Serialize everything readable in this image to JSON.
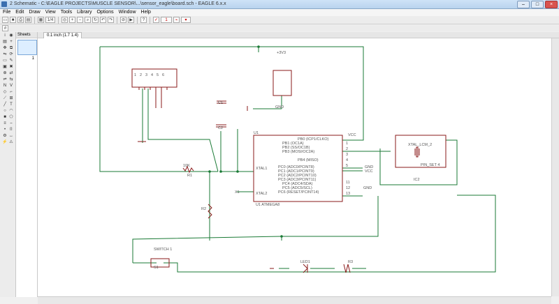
{
  "window": {
    "title": "2 Schematic - C:\\EAGLE PROJECTS\\MUSCLE SENSOR\\...\\sensor_eagle\\board.sch - EAGLE 6.x.x",
    "min": "–",
    "max": "□",
    "close": "×"
  },
  "menu": [
    "File",
    "Edit",
    "Draw",
    "View",
    "Tools",
    "Library",
    "Options",
    "Window",
    "Help"
  ],
  "toolbar": {
    "zoom": "1/4",
    "grid": "1"
  },
  "sheets": {
    "header": "Sheets",
    "page_number": "1"
  },
  "tab": {
    "label": "0.1 inch (1.7 1.4)"
  },
  "schematic": {
    "top_label": "+3V3",
    "u1_name": "U1",
    "u1_value": "U1     ATMEGA8",
    "u1_left_pins": [
      "XTAL1",
      "XTAL2"
    ],
    "u1_right_labels": [
      "PB0 (ICP1/CLKO)",
      "PB1 (OC1A)",
      "PB2 (SS/OC1B)",
      "PB3 (MOSI/OC2A)",
      "PB4 (MISO)",
      "PC0 (ADC0/PCINT8)",
      "PC1 (ADC1/PCINT9)",
      "PC2 (ADC2/PCINT10)",
      "PC3 (ADC3/PCINT11)",
      "PC4 (ADC4/SDA)",
      "PC5 (ADC5/SCL)",
      "PC6 (RESET/PCINT14)"
    ],
    "u1_pin_numbers": [
      "1",
      "2",
      "3",
      "4",
      "5",
      "11",
      "12",
      "13"
    ],
    "u1_pin_gnd": "GND",
    "u1_pin_vcc": "VCC",
    "net_vcc": "VCC",
    "net_gnd_right": "GND",
    "net_gnd2": "GND",
    "r1": "10K",
    "r1_name": "R1",
    "r2": "R2",
    "c1": "C1",
    "c2": "C2",
    "x1": "X1",
    "ic2_label": "XTAL_LCM_2",
    "ic2_sub": "PIN_SET 4",
    "ic2_name": "IC2",
    "connector_labels": [
      "1",
      "2",
      "3",
      "4",
      "5",
      "6"
    ],
    "switch_label": "SWITCH 1",
    "led1": "LED1",
    "led_r": "R3",
    "sw_name": "S1"
  }
}
